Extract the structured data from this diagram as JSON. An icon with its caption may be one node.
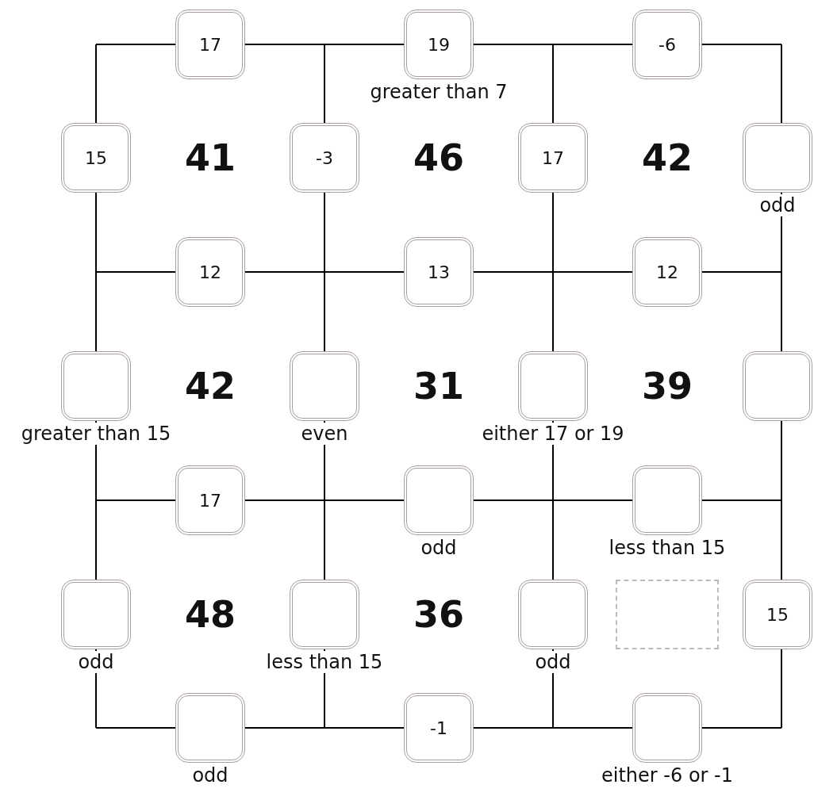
{
  "diagram": {
    "nodes": [
      {
        "text": [
          "17"
        ]
      },
      {
        "text": [
          "19"
        ],
        "beside": [
          "greater than 7"
        ]
      },
      {
        "text": [
          "-6"
        ]
      },
      {
        "text": [
          "15"
        ]
      },
      {
        "text": [
          "-3"
        ]
      },
      {
        "text": [
          "17"
        ]
      },
      {
        "text": [],
        "shape": "box",
        "beside": [
          "odd"
        ]
      },
      {
        "text": [
          "12"
        ]
      },
      {
        "text": [
          "13"
        ]
      },
      {
        "text": [
          "12"
        ]
      },
      {
        "text": [],
        "shape": "box",
        "beside": [
          "greater than 15"
        ]
      },
      {
        "text": [],
        "shape": "box",
        "beside": [
          "even"
        ]
      },
      {
        "text": [],
        "shape": "box",
        "beside": [
          "either 17 or 19"
        ]
      },
      {
        "text": [],
        "shape": "box"
      },
      {
        "text": [
          "17"
        ]
      },
      {
        "text": [],
        "shape": "box",
        "beside": [
          "odd"
        ]
      },
      {
        "text": [],
        "shape": "box",
        "beside": [
          "less than 15"
        ]
      },
      {
        "text": [],
        "shape": "box",
        "beside": [
          "odd"
        ]
      },
      {
        "text": [],
        "shape": "box",
        "beside": [
          "less than 15"
        ]
      },
      {
        "text": [],
        "shape": "box",
        "beside": [
          "odd"
        ]
      },
      {
        "text": [],
        "shape": "box"
      },
      {
        "text": [
          "15"
        ]
      },
      {
        "text": [],
        "shape": "box",
        "beside": [
          "odd"
        ]
      },
      {
        "text": [
          "-1"
        ]
      },
      {
        "text": [],
        "shape": "box",
        "beside": [
          "either -6 or -1"
        ]
      }
    ],
    "edges": [],
    "labels": [
      "41",
      "46",
      "42",
      "42",
      "31",
      "39",
      "48",
      "36"
    ]
  }
}
